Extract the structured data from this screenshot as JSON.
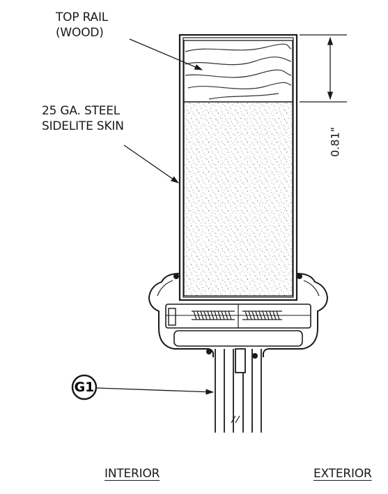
{
  "labels": {
    "top_rail_line1": "TOP RAIL",
    "top_rail_line2": "(WOOD)",
    "skin_line1": "25 GA. STEEL",
    "skin_line2": "SIDELITE SKIN",
    "dimension": "0.81\"",
    "callout": "G1",
    "interior": "INTERIOR",
    "exterior": "EXTERIOR"
  },
  "colors": {
    "line": "#1a1a1a",
    "foam_dots": "#555555",
    "background": "#ffffff"
  }
}
